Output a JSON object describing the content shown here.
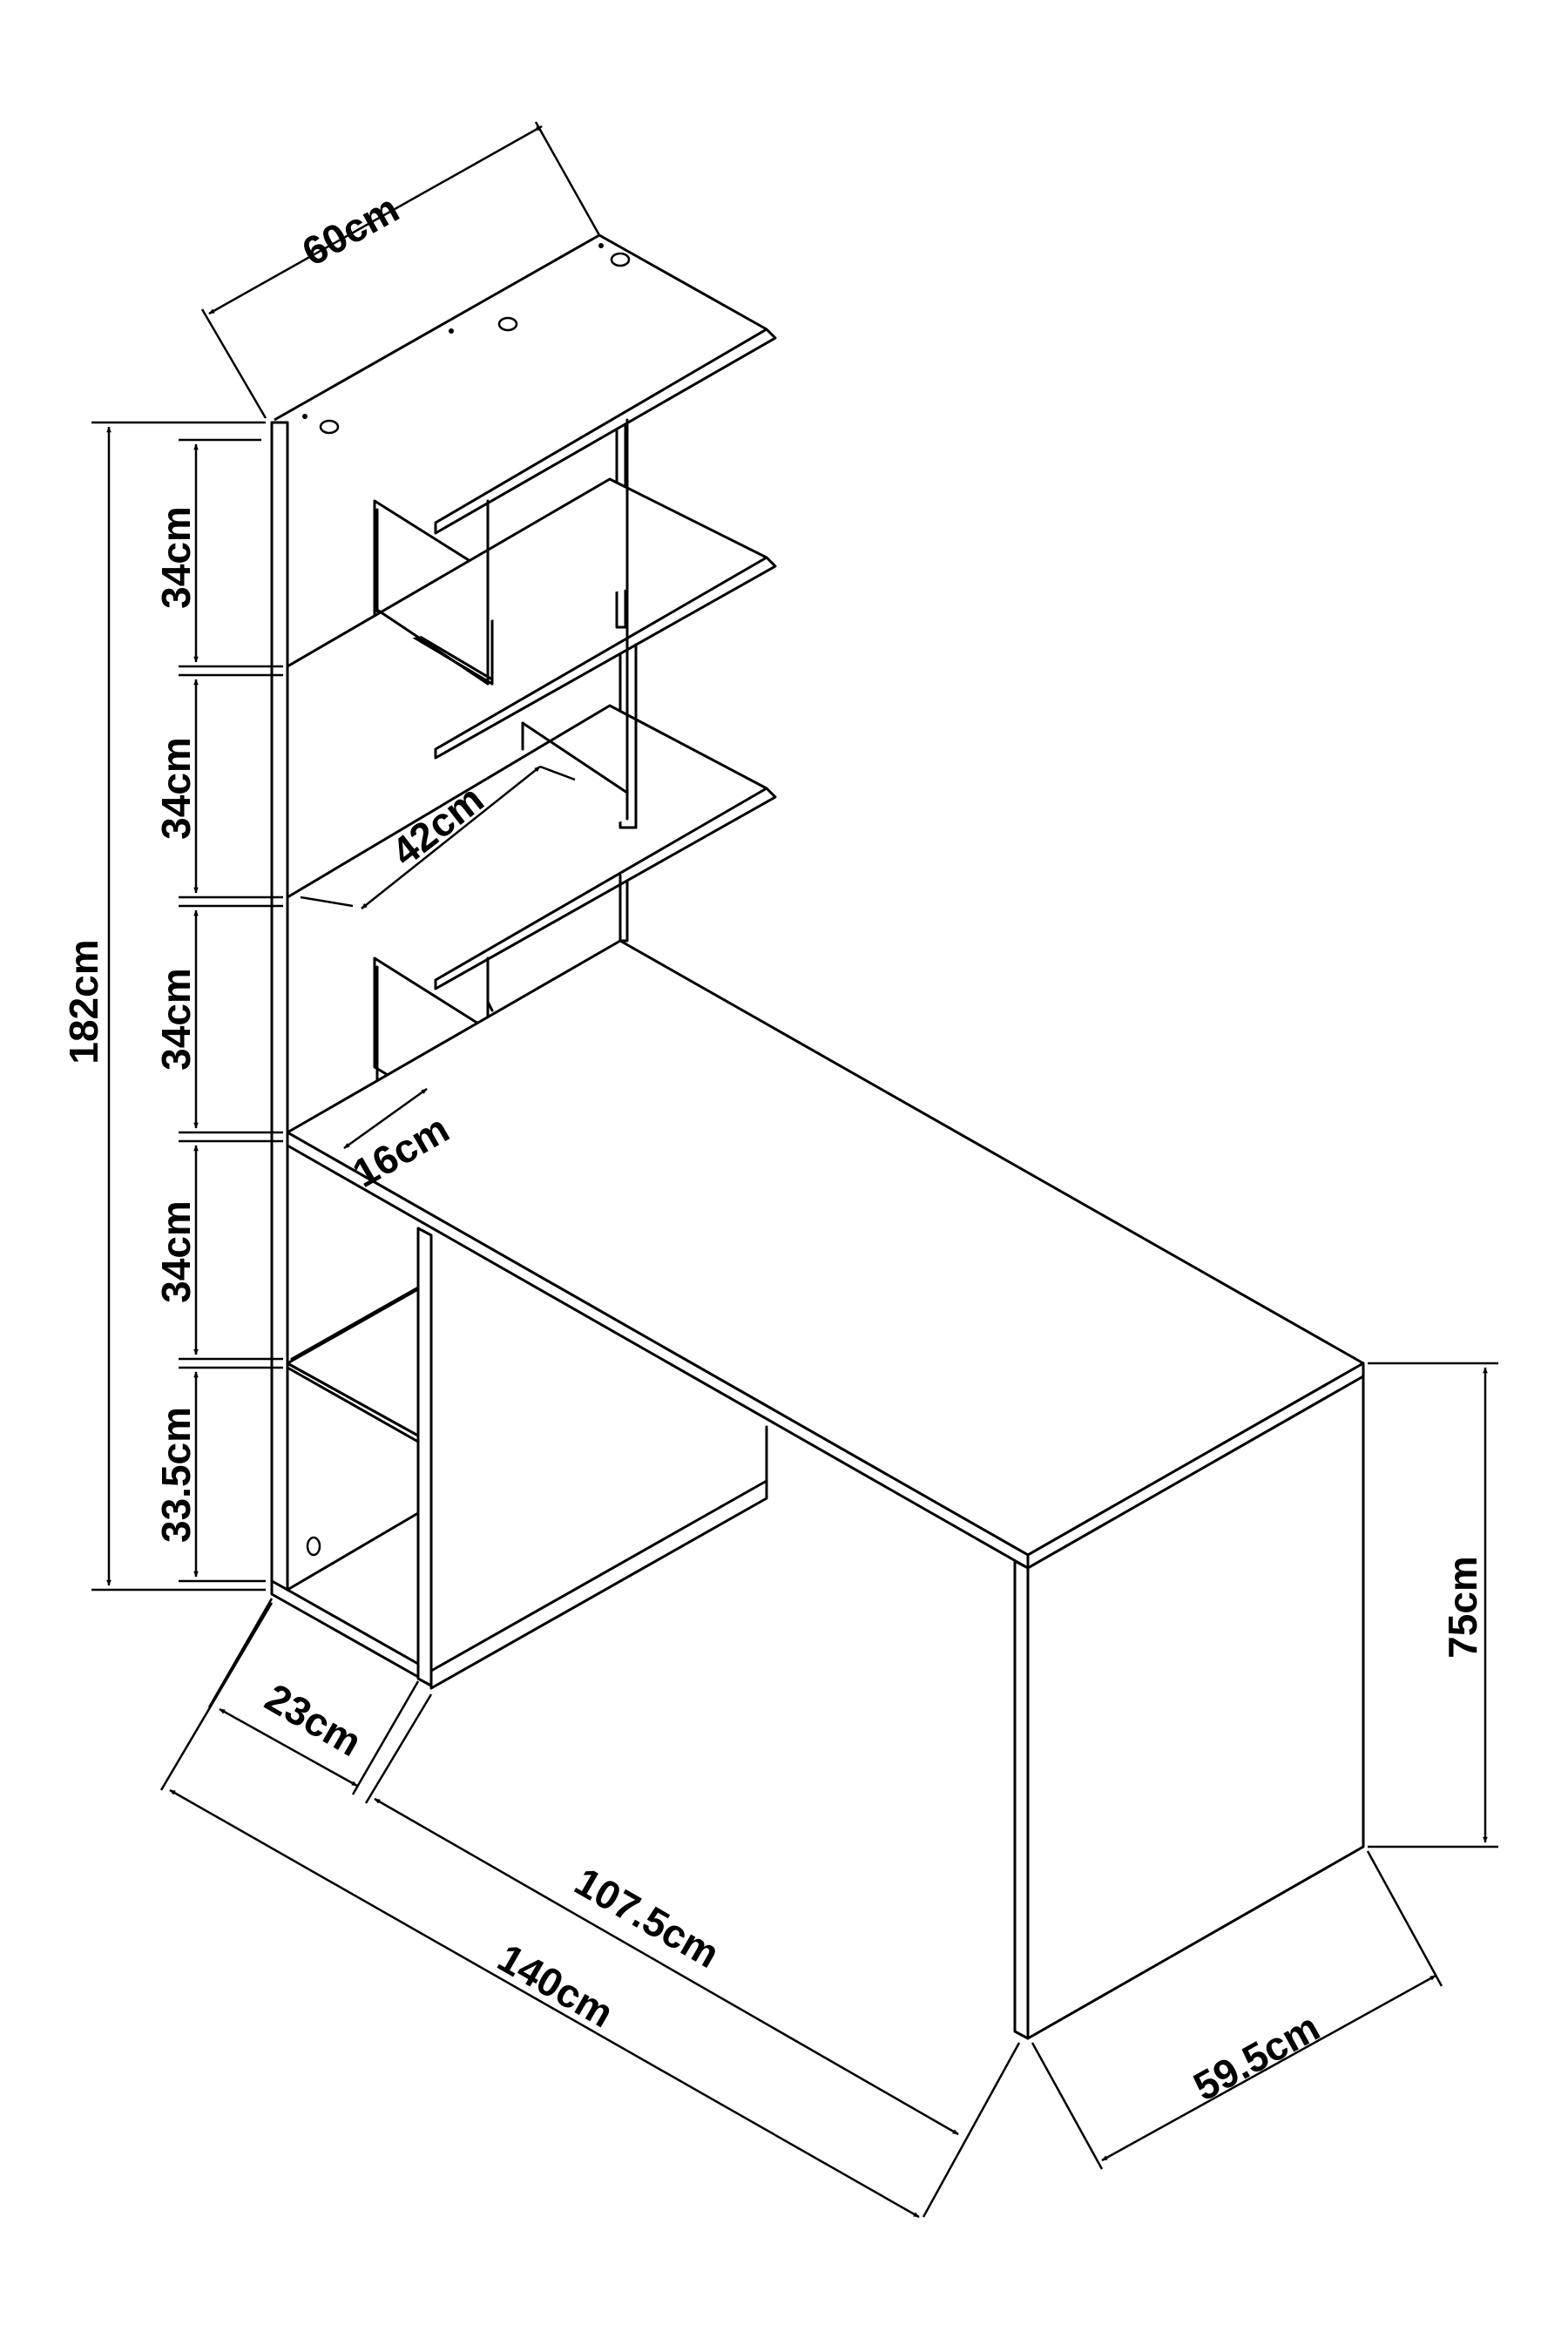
{
  "dimensions": {
    "top_depth": "60cm",
    "total_height": "182cm",
    "shelf_1": "34cm",
    "shelf_2": "34cm",
    "shelf_3": "34cm",
    "shelf_4": "34cm",
    "bottom_shelf": "33.5cm",
    "shelf_width": "42cm",
    "shelf_depth": "16cm",
    "desk_height": "75cm",
    "side_width": "23cm",
    "desk_length": "107.5cm",
    "total_length": "140cm",
    "desk_depth": "59.5cm"
  }
}
